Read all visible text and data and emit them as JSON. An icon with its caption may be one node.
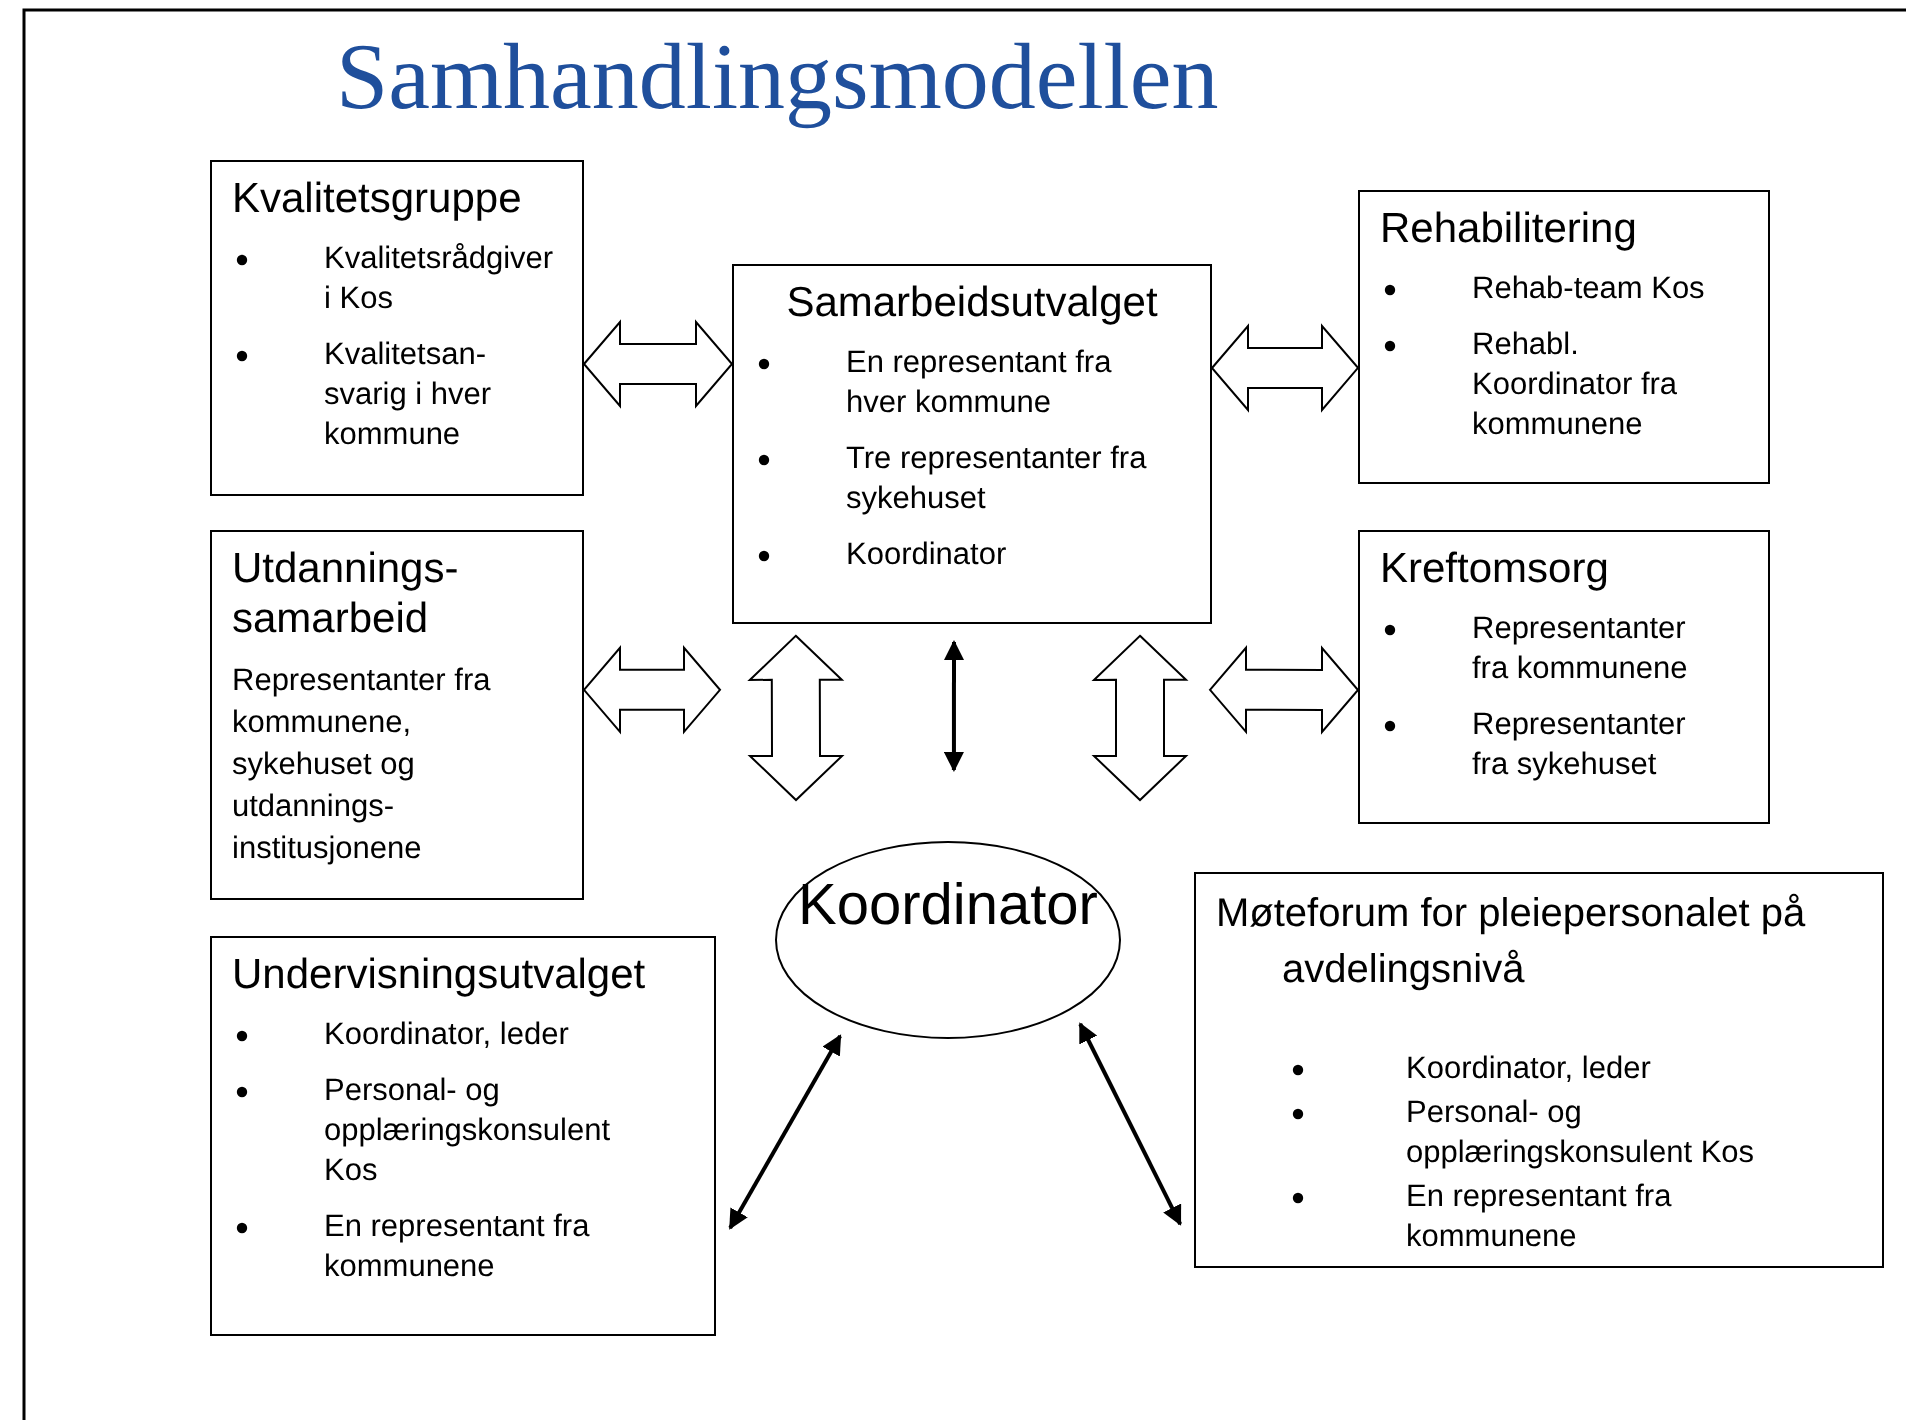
{
  "diagram": {
    "title": "Samhandlingsmodellen",
    "nodes": [
      {
        "text": [
          "Kvalitetsgruppe",
          "Kvalitetsrådgiver i Kos",
          "Kvalitetsan-svarig i hver kommune"
        ]
      },
      {
        "text": [
          "Utdannings-samarbeid",
          "Representanter fra kommunene, sykehuset og utdannings-institusjonene"
        ]
      },
      {
        "text": [
          "Undervisningsutvalget",
          "Koordinator, leder",
          "Personal- og opplæringskonsulent Kos",
          "En representant fra kommunene"
        ]
      },
      {
        "text": [
          "Samarbeidsutvalget",
          "En representant fra hver kommune",
          "Tre representanter fra sykehuset",
          "Koordinator"
        ]
      },
      {
        "text": [
          "Koordinator"
        ]
      },
      {
        "text": [
          "Rehabilitering",
          "Rehab-team Kos",
          "Rehabl. Koordinator fra kommunene"
        ]
      },
      {
        "text": [
          "Kreftomsorg",
          "Representanter fra kommunene",
          "Representanter fra sykehuset"
        ]
      },
      {
        "text": [
          "Møteforum for pleiepersonalet på avdelingsnivå",
          "Koordinator, leder",
          "Personal- og opplæringskonsulent Kos",
          "En representant fra kommunene"
        ]
      }
    ],
    "edges": [
      {
        "from": 0,
        "to": 3,
        "arrow": "both",
        "style": "thick"
      },
      {
        "from": 3,
        "to": 5,
        "arrow": "both",
        "style": "thick"
      },
      {
        "from": 1,
        "to": 3,
        "arrow": "both",
        "style": "thick"
      },
      {
        "from": 3,
        "to": 6,
        "arrow": "both",
        "style": "thick"
      },
      {
        "from": 3,
        "to": 4,
        "arrow": "both",
        "style": "thick"
      },
      {
        "from": 3,
        "to": 4,
        "arrow": "both",
        "style": "thick"
      },
      {
        "from": 3,
        "to": 4,
        "arrow": "both"
      },
      {
        "from": 4,
        "to": 2,
        "arrow": "both"
      },
      {
        "from": 4,
        "to": 7,
        "arrow": "both"
      }
    ]
  }
}
